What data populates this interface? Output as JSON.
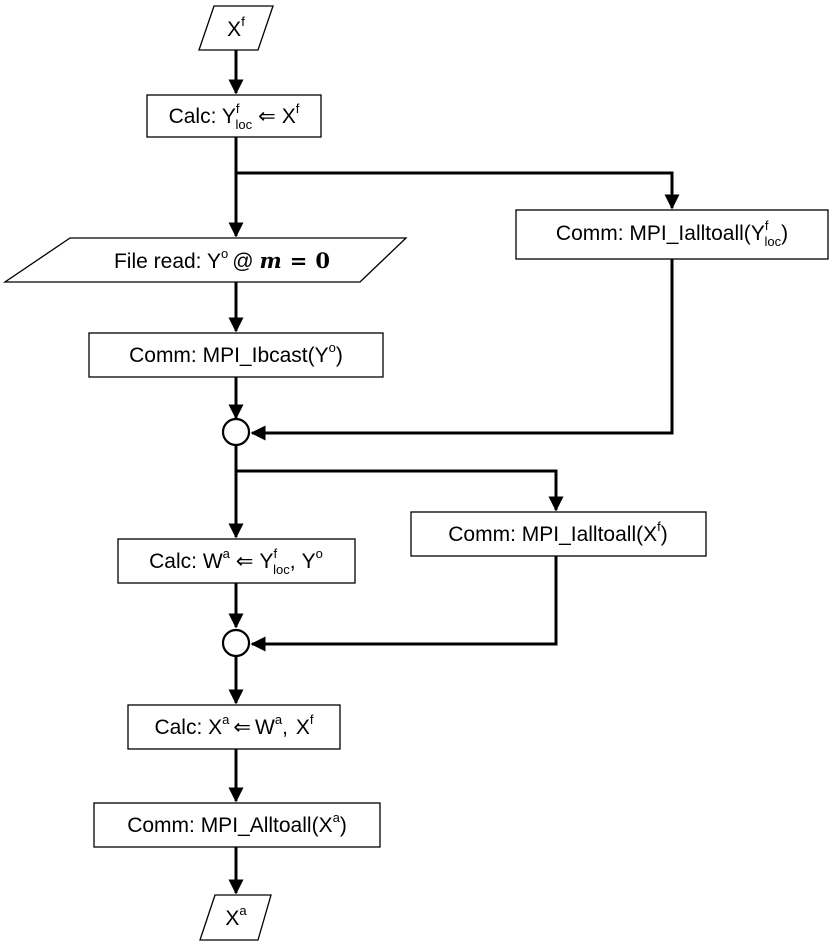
{
  "diagram": {
    "nodes": {
      "input_xf": {
        "base": "X",
        "sup": "f"
      },
      "calc_yf_loc": {
        "prefix": "Calc: ",
        "y": "Y",
        "y_sup": "f",
        "y_sub": "loc",
        "arrow": "⇐",
        "x": "X",
        "x_sup": "f"
      },
      "file_read": {
        "prefix": "File read: ",
        "y": "Y",
        "y_sup": "o",
        "at": "@",
        "m": "m",
        "eq": "=",
        "zero": "0"
      },
      "bcast": {
        "prefix": "Comm: MPI_Ibcast(",
        "y": "Y",
        "y_sup": "o",
        "close": ")"
      },
      "alltoall_yf": {
        "prefix": "Comm: MPI_Ialltoall(",
        "y": "Y",
        "y_sup": "f",
        "y_sub": "loc",
        "close": ")"
      },
      "alltoall_xf": {
        "prefix": "Comm: MPI_Ialltoall(",
        "x": "X",
        "x_sup": "f",
        "close": ")"
      },
      "calc_wa": {
        "prefix": "Calc: ",
        "w": "W",
        "w_sup": "a",
        "arrow": "⇐",
        "y": "Y",
        "y_sup": "f",
        "y_sub": "loc",
        "comma": ",",
        "y2": "Y",
        "y2_sup": "o"
      },
      "calc_xa": {
        "prefix": "Calc: ",
        "x": "X",
        "x_sup": "a",
        "arrow": "⇐",
        "w": "W",
        "w_sup": "a",
        "comma": ",",
        "x2": "X",
        "x2_sup": "f"
      },
      "alltoall_xa": {
        "prefix": "Comm: MPI_Alltoall(",
        "x": "X",
        "x_sup": "a",
        "close": ")"
      },
      "output_xa": {
        "base": "X",
        "sup": "a"
      }
    }
  }
}
